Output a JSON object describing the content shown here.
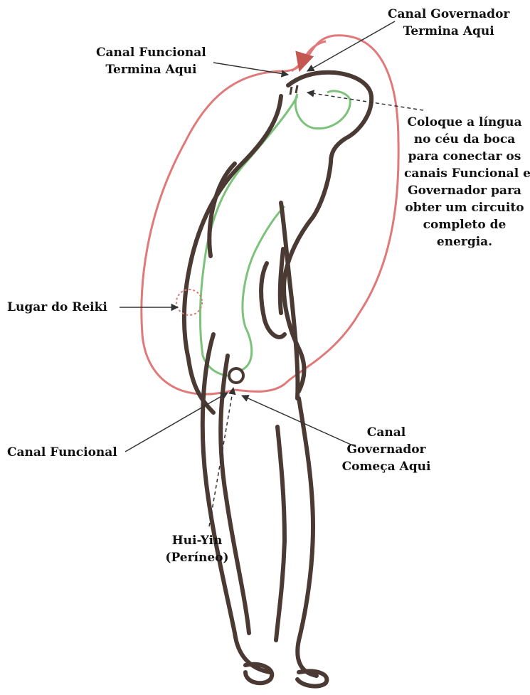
{
  "labels": {
    "governor_ends": [
      "Canal Governador",
      "Termina Aqui"
    ],
    "functional_ends": [
      "Canal Funcional",
      "Termina Aqui"
    ],
    "tongue_note": [
      "Coloque a língua",
      "no céu da boca",
      "para conectar os",
      "canais Funcional e",
      "Governador para",
      "obter um circuito",
      "completo de",
      "energia."
    ],
    "reiki_place": "Lugar do Reiki",
    "functional_channel": "Canal Funcional",
    "governor_starts": [
      "Canal",
      "Governador",
      "Começa Aqui"
    ],
    "hui_yin": [
      "Hui-Yin",
      "(Períneo)"
    ]
  },
  "colors": {
    "body_outline": "#4a3a33",
    "functional_channel": "#7cc27a",
    "governor_channel": "#e07a7a",
    "leader_line": "#333333"
  },
  "icons": {
    "arrowhead": "arrow-head",
    "perineum_marker": "open-circle"
  }
}
